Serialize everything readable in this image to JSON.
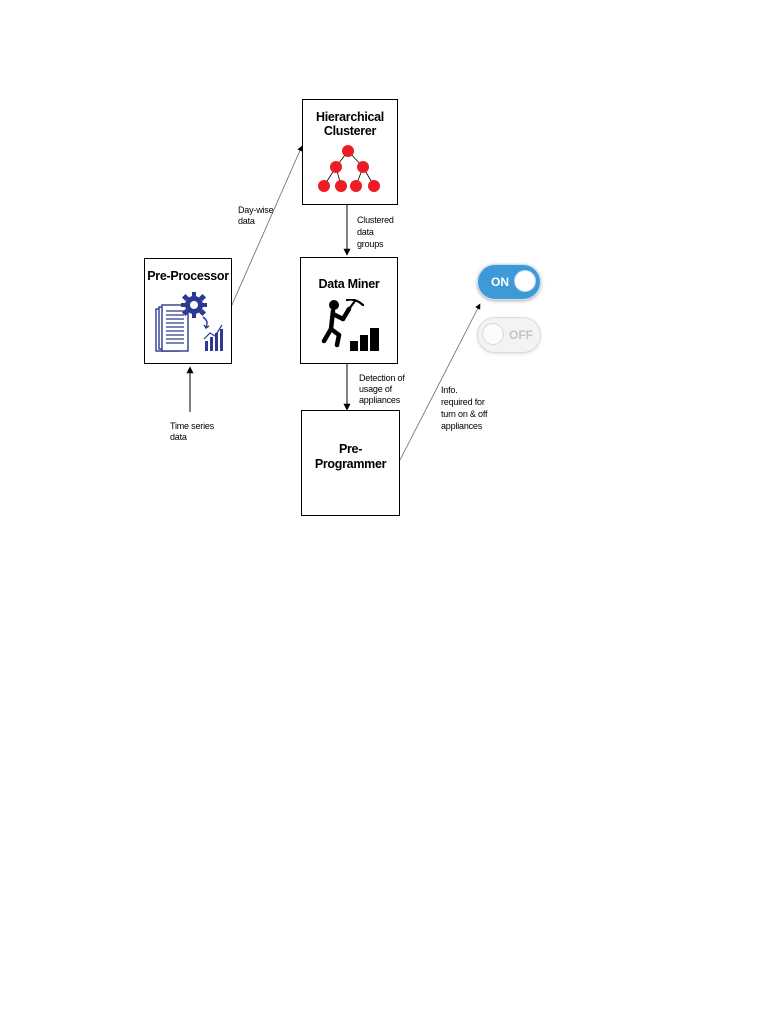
{
  "nodes": {
    "pre_processor": {
      "title": "Pre-Processor",
      "icon": "document-gear-chart-icon"
    },
    "clusterer": {
      "title_line1": "Hierarchical",
      "title_line2": "Clusterer",
      "icon": "tree-hierarchy-icon"
    },
    "data_miner": {
      "title": "Data Miner",
      "icon": "miner-bars-icon"
    },
    "pre_programmer": {
      "title_line1": "Pre-",
      "title_line2": "Programmer"
    }
  },
  "edges": {
    "input": {
      "label_line1": "Time series",
      "label_line2": "data"
    },
    "preprocessor_to_clusterer": {
      "label_line1": "Day-wise",
      "label_line2": "data"
    },
    "clusterer_to_miner": {
      "label_line1": "Clustered",
      "label_line2": "data",
      "label_line3": "groups"
    },
    "miner_to_programmer": {
      "label_line1": "Detection of",
      "label_line2": "usage of",
      "label_line3": "appliances"
    },
    "programmer_to_switch": {
      "label_line1": "Info.",
      "label_line2": "required for",
      "label_line3": "turn on & off",
      "label_line4": "appliances"
    }
  },
  "switches": {
    "on_label": "ON",
    "off_label": "OFF"
  },
  "colors": {
    "tree_node": "#ee1c24",
    "icon_blue": "#2b3990",
    "switch_on": "#3d9ad6",
    "switch_off": "#f3f3f3"
  }
}
